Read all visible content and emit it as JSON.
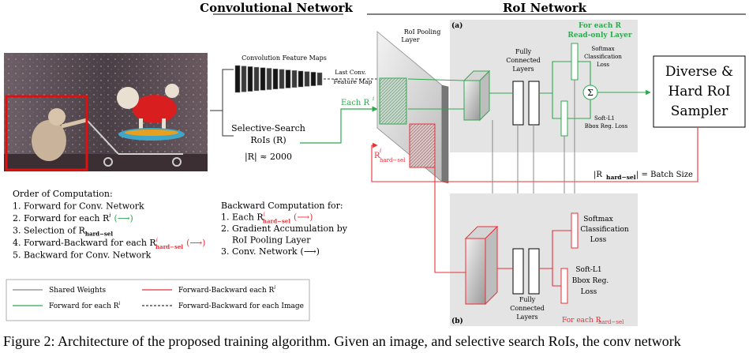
{
  "headings": {
    "conv": "Convolutional Network",
    "roi": "RoI Network"
  },
  "conv_net": {
    "feature_maps_label": "Convolution Feature Maps",
    "last_conv_line1": "Last Conv.",
    "last_conv_line2": "Feature Map",
    "selective_search_line1": "Selective-Search",
    "selective_search_line2": "RoIs (R)",
    "roi_count": "|R| ≈ 2000"
  },
  "roi_net": {
    "pooling_line1": "RoI Pooling",
    "pooling_line2": "Layer",
    "each_r_label": "Each R",
    "each_r_sup": "i",
    "hard_sel_label": "R",
    "hard_sel_sup": "i",
    "hard_sel_sub": "hard−sel",
    "panel_a_tag": "(a)",
    "panel_a_title_line1": "For each R",
    "panel_a_title_line2": "Read-only Layer",
    "panel_a_fc_line1": "Fully",
    "panel_a_fc_line2": "Connected",
    "panel_a_fc_line3": "Layers",
    "panel_a_softmax_line1": "Softmax",
    "panel_a_softmax_line2": "Classification",
    "panel_a_softmax_line3": "Loss",
    "panel_a_sum": "Σ",
    "panel_a_softl1_line1": "Soft-L1",
    "panel_a_softl1_line2": "Bbox Reg. Loss",
    "sampler_line1": "Diverse &",
    "sampler_line2": "Hard RoI",
    "sampler_line3": "Sampler",
    "batch_size_prefix": "|R",
    "batch_size_sub": "hard−sel",
    "batch_size_suffix": "| = Batch Size",
    "panel_b_tag": "(b)",
    "panel_b_title": "For each R",
    "panel_b_title_sub": "hard−sel",
    "panel_b_fc_line1": "Fully",
    "panel_b_fc_line2": "Connected",
    "panel_b_fc_line3": "Layers",
    "panel_b_softmax_line1": "Softmax",
    "panel_b_softmax_line2": "Classification",
    "panel_b_softmax_line3": "Loss",
    "panel_b_softl1_line1": "Soft-L1",
    "panel_b_softl1_line2": "Bbox Reg.",
    "panel_b_softl1_line3": "Loss"
  },
  "order": {
    "title": "Order of Computation:",
    "items": [
      {
        "num": "1.",
        "text": "Forward for Conv. Network"
      },
      {
        "num": "2.",
        "text": "Forward for each R",
        "sup": "i",
        "arrow": "(⟶)"
      },
      {
        "num": "3.",
        "text": "Selection of R",
        "sub": "hard−sel"
      },
      {
        "num": "4.",
        "text": "Forward-Backward for each R",
        "sup": "i",
        "sub": "hard−sel",
        "arrow": "(⟶)"
      },
      {
        "num": "5.",
        "text": "Backward for Conv. Network"
      }
    ]
  },
  "backward": {
    "title": "Backward Computation for:",
    "items": [
      {
        "num": "1.",
        "text": "Each R",
        "sup": "i",
        "sub": "hard−sel",
        "arrow": "(⟶)"
      },
      {
        "num": "2.",
        "text": "Gradient Accumulation by"
      },
      {
        "num": "",
        "text": "RoI Pooling Layer"
      },
      {
        "num": "3.",
        "text": "Conv. Network",
        "arrow": "(⟶)"
      }
    ]
  },
  "legend": {
    "items": [
      {
        "label": "Shared Weights",
        "sup": ""
      },
      {
        "label": "Forward-Backward each R",
        "sup": "i"
      },
      {
        "label": "Forward for each R",
        "sup": "i"
      },
      {
        "label": "Forward-Backward for each Image",
        "sup": ""
      }
    ]
  },
  "caption": "Figure 2:  Architecture of the proposed training algorithm.  Given an image, and selective search RoIs, the conv network",
  "colors": {
    "green": "#2fa84f",
    "red": "#e8303a",
    "gray_line": "#888888",
    "panel_bg": "#e4e4e4",
    "photo_bg": "#5a4a52",
    "bbox_red": "#e01010"
  }
}
